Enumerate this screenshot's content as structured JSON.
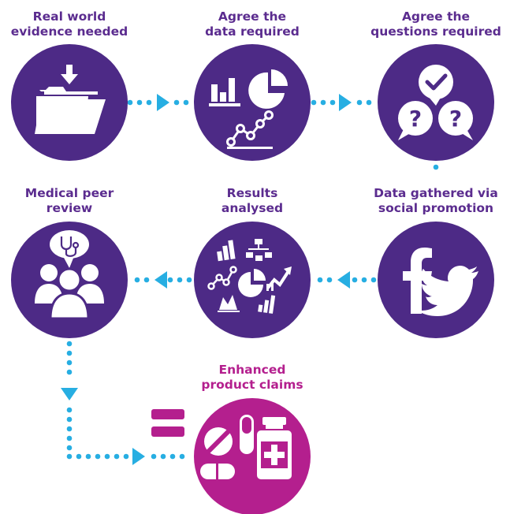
{
  "colors": {
    "purple": "#4d2a86",
    "pink": "#b41f8e",
    "connector": "#27aee2",
    "label_purple": "#5b2c8f"
  },
  "steps": [
    {
      "line1": "Real world",
      "line2": "evidence needed",
      "icon": "folder-download-icon"
    },
    {
      "line1": "Agree the",
      "line2": "data required",
      "icon": "charts-icon"
    },
    {
      "line1": "Agree the",
      "line2": "questions required",
      "icon": "questions-icon"
    },
    {
      "line1": "Data gathered via",
      "line2": "social promotion",
      "icon": "social-media-icon"
    },
    {
      "line1": "Results",
      "line2": "analysed",
      "icon": "analytics-icon"
    },
    {
      "line1": "Medical peer",
      "line2": "review",
      "icon": "peer-review-icon"
    },
    {
      "line1": "Enhanced",
      "line2": "product claims",
      "icon": "medicine-icon"
    }
  ],
  "equals_symbol": "equals-icon"
}
